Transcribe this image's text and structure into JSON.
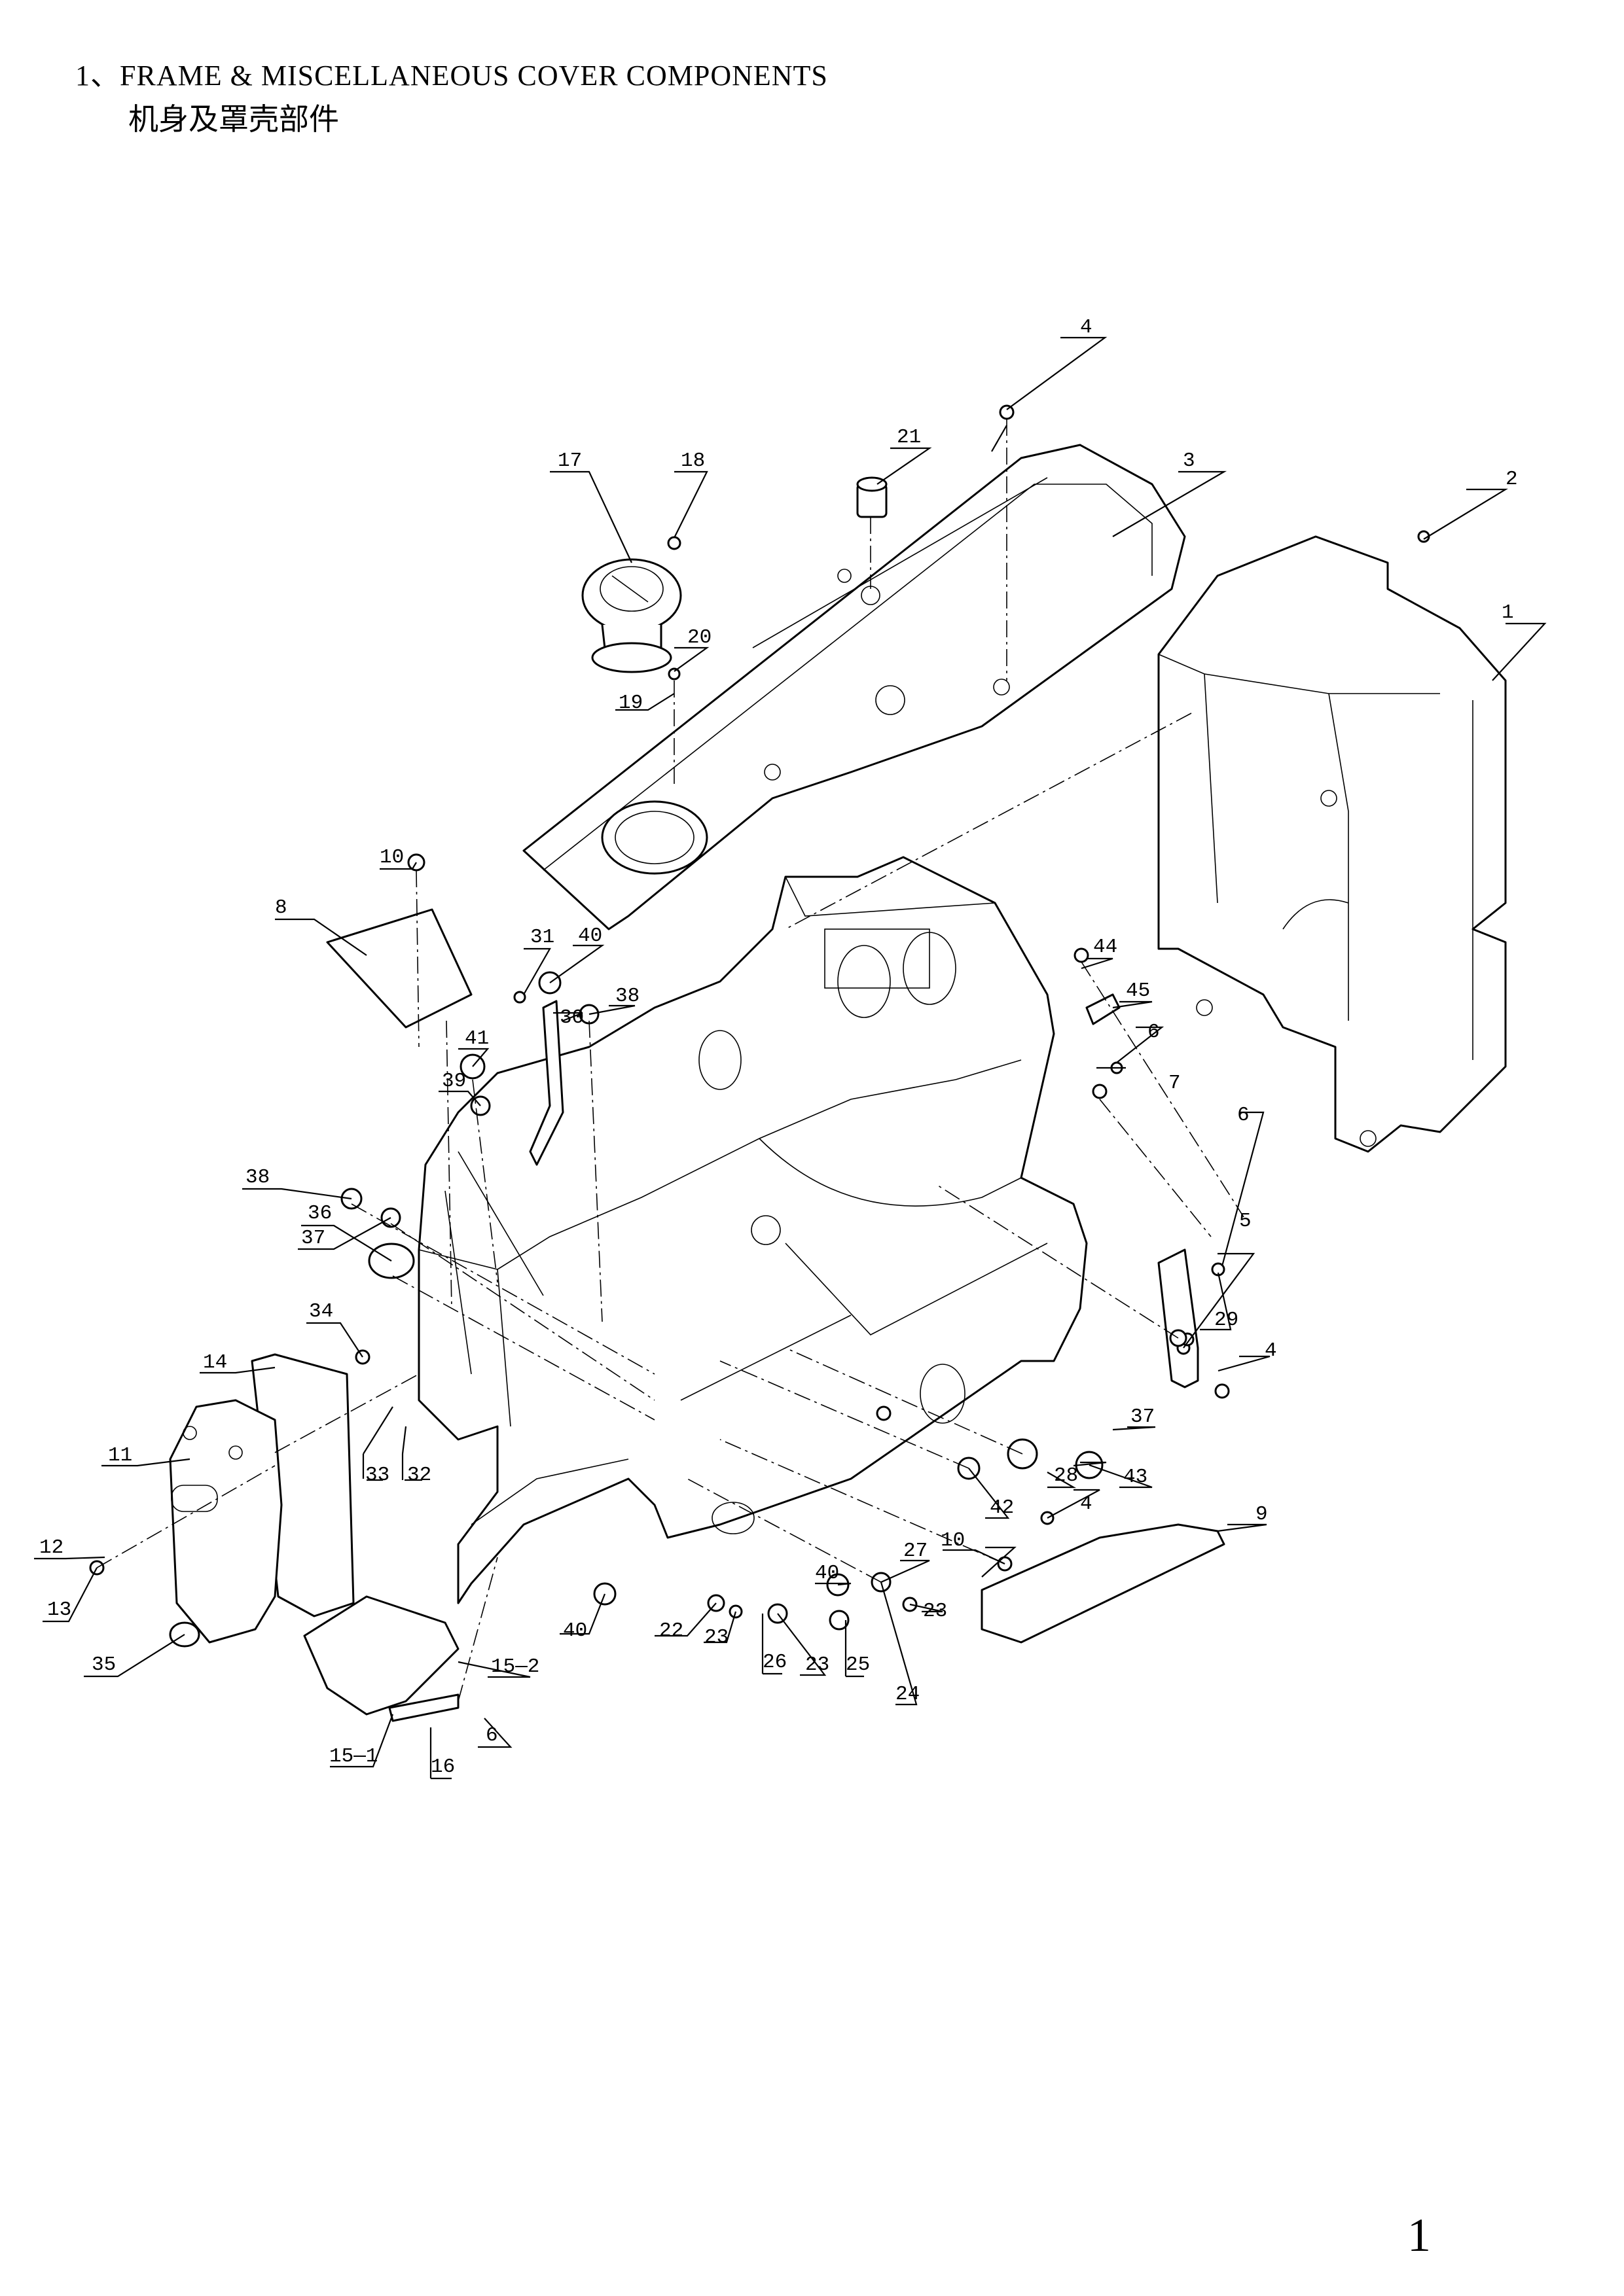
{
  "header": {
    "title": "1、FRAME & MISCELLANEOUS COVER COMPONENTS",
    "subtitle": "机身及罩壳部件"
  },
  "page_number": "1",
  "callouts": [
    {
      "id": "c1",
      "label": "1"
    },
    {
      "id": "c2",
      "label": "2"
    },
    {
      "id": "c3",
      "label": "3"
    },
    {
      "id": "c4a",
      "label": "4"
    },
    {
      "id": "c4b",
      "label": "4"
    },
    {
      "id": "c4c",
      "label": "4"
    },
    {
      "id": "c5",
      "label": "5"
    },
    {
      "id": "c6a",
      "label": "6"
    },
    {
      "id": "c6b",
      "label": "6"
    },
    {
      "id": "c6c",
      "label": "6"
    },
    {
      "id": "c7",
      "label": "7"
    },
    {
      "id": "c8",
      "label": "8"
    },
    {
      "id": "c9",
      "label": "9"
    },
    {
      "id": "c10a",
      "label": "10"
    },
    {
      "id": "c10b",
      "label": "10"
    },
    {
      "id": "c11",
      "label": "11"
    },
    {
      "id": "c12",
      "label": "12"
    },
    {
      "id": "c13",
      "label": "13"
    },
    {
      "id": "c14",
      "label": "14"
    },
    {
      "id": "c15_1",
      "label": "15—1"
    },
    {
      "id": "c15_2",
      "label": "15—2"
    },
    {
      "id": "c16",
      "label": "16"
    },
    {
      "id": "c17",
      "label": "17"
    },
    {
      "id": "c18",
      "label": "18"
    },
    {
      "id": "c19",
      "label": "19"
    },
    {
      "id": "c20",
      "label": "20"
    },
    {
      "id": "c21",
      "label": "21"
    },
    {
      "id": "c22",
      "label": "22"
    },
    {
      "id": "c23a",
      "label": "23"
    },
    {
      "id": "c23b",
      "label": "23"
    },
    {
      "id": "c23c",
      "label": "23"
    },
    {
      "id": "c24",
      "label": "24"
    },
    {
      "id": "c25",
      "label": "25"
    },
    {
      "id": "c26",
      "label": "26"
    },
    {
      "id": "c27",
      "label": "27"
    },
    {
      "id": "c28",
      "label": "28"
    },
    {
      "id": "c29",
      "label": "29"
    },
    {
      "id": "c30",
      "label": "30"
    },
    {
      "id": "c31",
      "label": "31"
    },
    {
      "id": "c32",
      "label": "32"
    },
    {
      "id": "c33",
      "label": "33"
    },
    {
      "id": "c34",
      "label": "34"
    },
    {
      "id": "c35",
      "label": "35"
    },
    {
      "id": "c36",
      "label": "36"
    },
    {
      "id": "c37a",
      "label": "37"
    },
    {
      "id": "c37b",
      "label": "37"
    },
    {
      "id": "c38a",
      "label": "38"
    },
    {
      "id": "c38b",
      "label": "38"
    },
    {
      "id": "c39",
      "label": "39"
    },
    {
      "id": "c40a",
      "label": "40"
    },
    {
      "id": "c40b",
      "label": "40"
    },
    {
      "id": "c40c",
      "label": "40"
    },
    {
      "id": "c41",
      "label": "41"
    },
    {
      "id": "c42",
      "label": "42"
    },
    {
      "id": "c43",
      "label": "43"
    },
    {
      "id": "c44",
      "label": "44"
    },
    {
      "id": "c45",
      "label": "45"
    }
  ]
}
